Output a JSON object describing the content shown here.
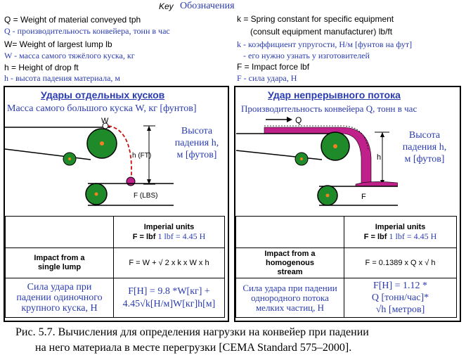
{
  "key": {
    "title_en": "Key",
    "title_ru": "Обозначения",
    "left": [
      {
        "en": "Q = Weight of material conveyed    tph",
        "ru": "Q - производительность конвейера, тонн в час"
      },
      {
        "en": "W= Weight of largest lump   lb",
        "ru": "W - масса самого тяжёлого куска, кг"
      },
      {
        "en": "h = Height of drop   ft",
        "ru": "h - высота падения материала, м"
      }
    ],
    "right": [
      {
        "en": "k = Spring constant for specific equipment",
        "en2": "(consult equipment manufacturer) lb/ft",
        "ru": "k - коэффициент упругости,    Н/м    [фунтов на фут]",
        "ru2": "- его нужно узнать у изготовителей"
      },
      {
        "en": "F = Impact force   lbf",
        "ru": "F - сила удара, Н"
      }
    ]
  },
  "left_panel": {
    "title": "Удары отдельных кусков",
    "subtitle": "Масса самого большого куска  W, кг [фунтов]",
    "height_label": "Высота падения h, м [футов]",
    "w_label": "W",
    "h_label": "h (FT)",
    "f_label": "F (LBS)",
    "units_title": "Imperial units",
    "units_formula": "F = lbf",
    "units_conv": "1 lbf = 4.45 Н",
    "impact_label": "Impact from a single lump",
    "impact_formula": "F = W + √ 2 x k x W x h",
    "ru_label": "Сила удара при падении одиночного крупного куска, Н",
    "ru_formula_1": "F[Н] = 9.8 *W[кг]  +",
    "ru_formula_2": "4.45√k[Н/м]W[кг]h[м]"
  },
  "right_panel": {
    "title": "Удар непрерывного потока",
    "subtitle": "Производительность конвейера Q, тонн в час",
    "height_label": "Высота падения h, м [футов]",
    "q_label": "Q",
    "h_label": "h",
    "f_label": "F",
    "units_title": "Imperial units",
    "units_formula": "F = lbf",
    "units_conv": "1 lbf = 4.45 Н",
    "impact_label": "Impact from a homogenous stream",
    "impact_formula": "F = 0.1389 x Q x √ h",
    "ru_label": "Сила удара при падении однородного потока мелких частиц, Н",
    "ru_formula_1": "F[Н] = 1.12 *",
    "ru_formula_2": "Q [тонн/час]*",
    "ru_formula_3": "√h [метров]"
  },
  "caption": {
    "line1": "Рис. 5.7. Вычисления для определения нагрузки на конвейер при падении",
    "line2": "на него материала в месте перегрузки [CEMA Standard 575–2000]."
  },
  "colors": {
    "ink_blue": "#2a3bb0",
    "drum_green": "#1f8a2a",
    "material_pink": "#c0208a",
    "dash_red": "#cc1010"
  }
}
